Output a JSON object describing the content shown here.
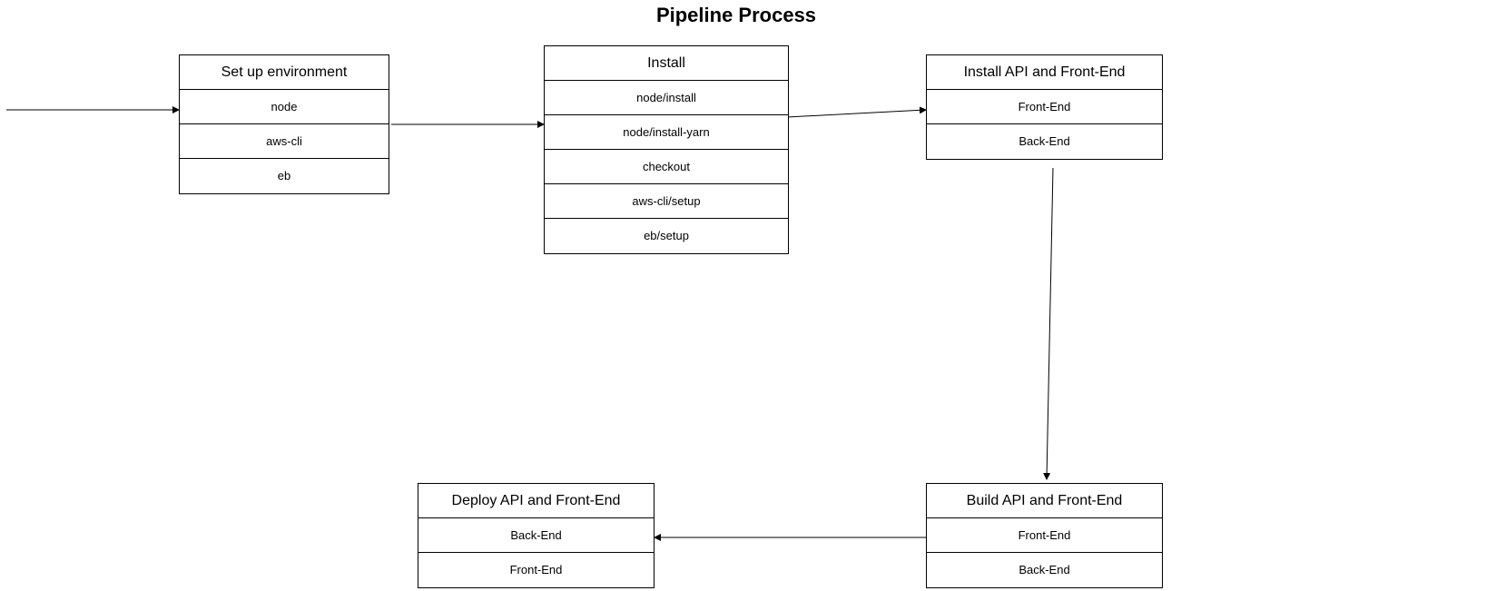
{
  "title": "Pipeline Process",
  "boxes": {
    "setup": {
      "header": "Set up environment",
      "rows": [
        "node",
        "aws-cli",
        "eb"
      ]
    },
    "install": {
      "header": "Install",
      "rows": [
        "node/install",
        "node/install-yarn",
        "checkout",
        "aws-cli/setup",
        "eb/setup"
      ]
    },
    "install_api": {
      "header": "Install API and Front-End",
      "rows": [
        "Front-End",
        "Back-End"
      ]
    },
    "build": {
      "header": "Build API and Front-End",
      "rows": [
        "Front-End",
        "Back-End"
      ]
    },
    "deploy": {
      "header": "Deploy API and Front-End",
      "rows": [
        "Back-End",
        "Front-End"
      ]
    }
  }
}
